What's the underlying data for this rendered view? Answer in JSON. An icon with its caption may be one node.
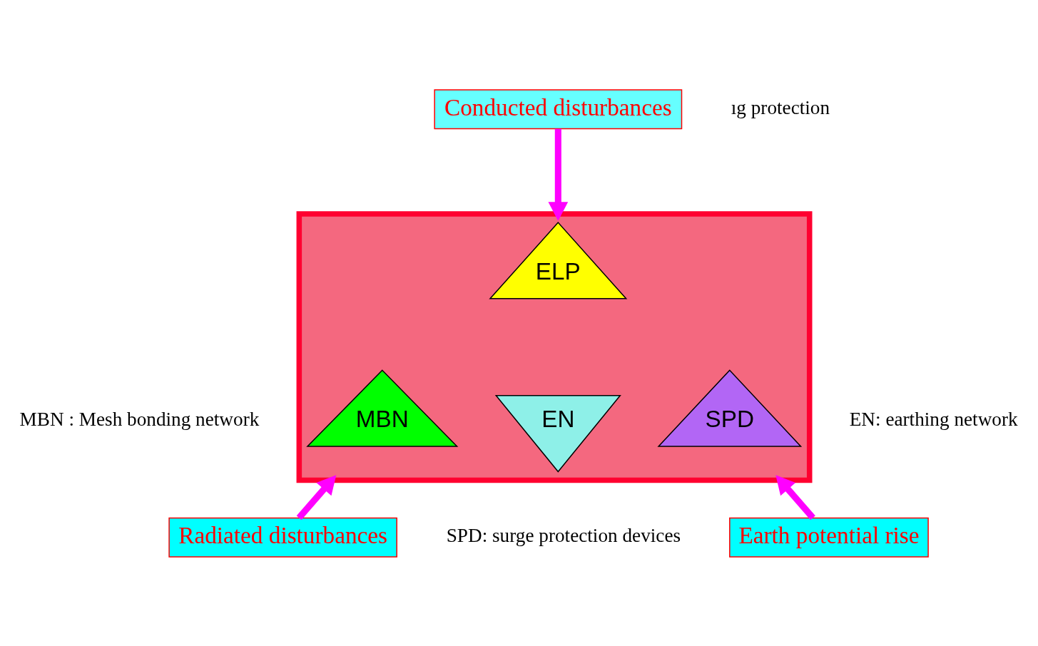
{
  "diagram": {
    "nodes": [
      {
        "text": [
          "Conducted disturbances"
        ]
      },
      {
        "text": [],
        "shape": "triangle"
      },
      {
        "text": [
          "ELP"
        ],
        "in": 1
      },
      {
        "text": [
          "MBN"
        ],
        "in": 1
      },
      {
        "text": [
          "EN"
        ],
        "in": 1
      },
      {
        "text": [
          "SPD"
        ],
        "in": 1
      },
      {
        "text": [
          "Radiated disturbances"
        ]
      },
      {
        "text": [
          "Earth potential rise"
        ]
      }
    ],
    "edges": [
      {
        "from": 0,
        "to": 1,
        "arrow": "to"
      },
      {
        "from": 6,
        "to": 1,
        "arrow": "to"
      },
      {
        "from": 7,
        "to": 1,
        "arrow": "to"
      }
    ],
    "labels": [
      "ıg protection",
      "EN: earthing network",
      "MBN : Mesh bonding network",
      "SPD: surge protection devices"
    ]
  }
}
